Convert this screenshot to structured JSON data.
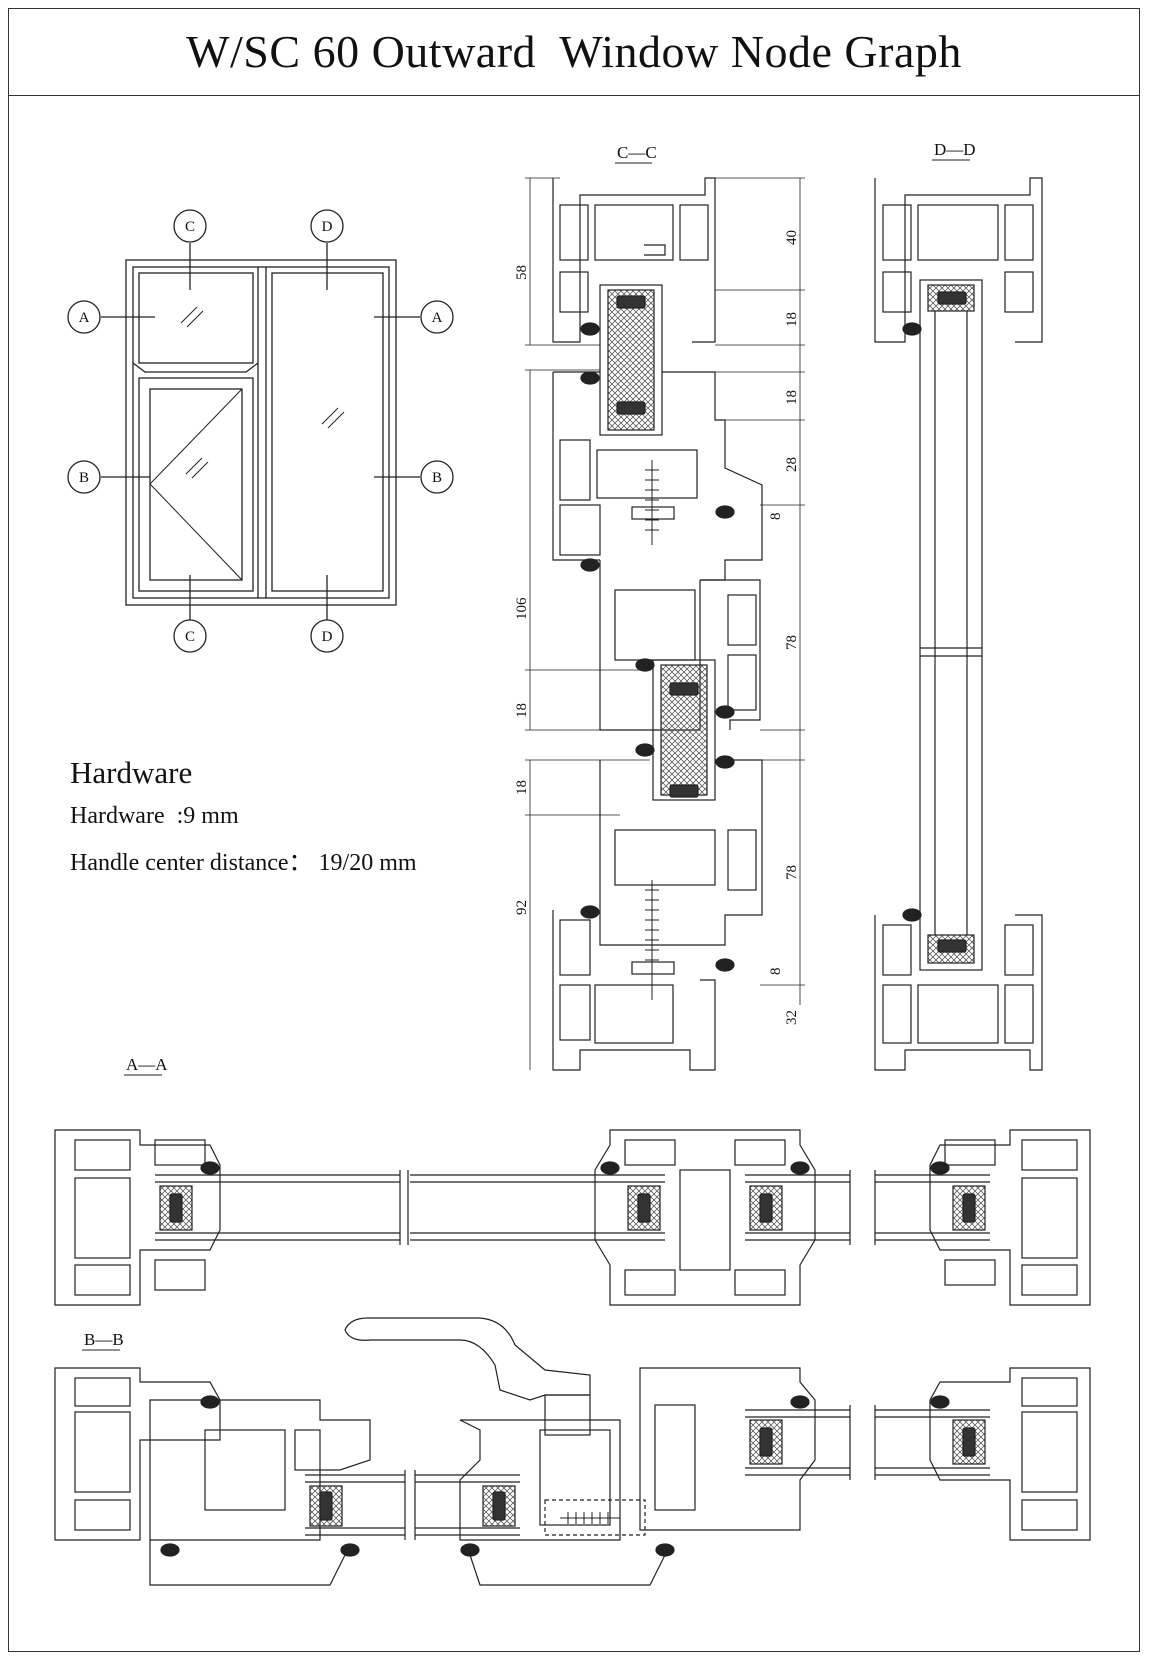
{
  "title": "W/SC 60 Outward  Window Node Graph",
  "hardware": {
    "heading": "Hardware",
    "line1": "Hardware  :9 mm",
    "line2": "Handle center distance： 19/20 mm"
  },
  "section_labels": {
    "cc": "C—C",
    "dd": "D—D",
    "aa": "A—A",
    "bb": "B—B"
  },
  "elevation_markers": {
    "c": "C",
    "d": "D",
    "a": "A",
    "b": "B"
  },
  "dimensions_cc_left": [
    "58",
    "106",
    "18",
    "18",
    "92"
  ],
  "dimensions_cc_right": [
    "40",
    "18",
    "18",
    "28",
    "8",
    "78",
    "78",
    "8",
    "32"
  ]
}
